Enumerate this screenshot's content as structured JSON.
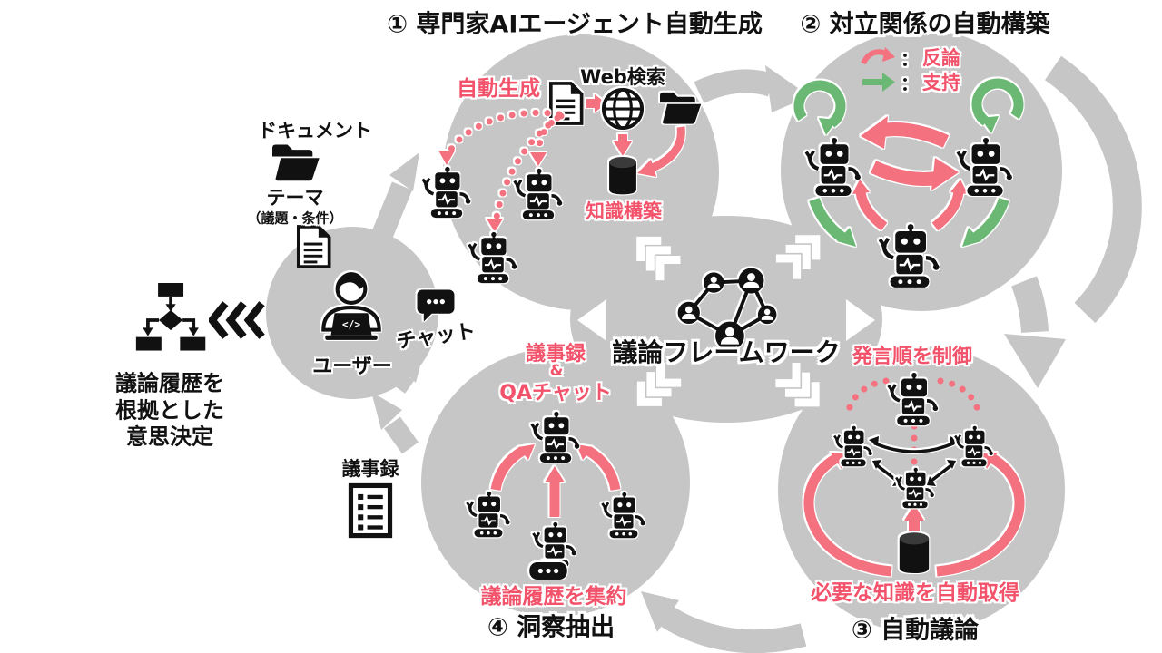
{
  "titles": {
    "step1": "① 専門家AIエージェント自動生成",
    "step2": "② 対立関係の自動構築",
    "step3": "③ 自動議論",
    "step4": "④ 洞察抽出"
  },
  "center_label": "議論フレームワーク",
  "inputs": {
    "document": "ドキュメント",
    "theme": "テーマ",
    "theme_note": "（議題・条件）",
    "user": "ユーザー",
    "chat": "チャット",
    "minutes": "議事録"
  },
  "decision": {
    "line1": "議論履歴を",
    "line2": "根拠とした",
    "line3": "意思決定"
  },
  "step1": {
    "auto_generate": "自動生成",
    "web_search": "Web検索",
    "knowledge_build": "知識構築"
  },
  "step2": {
    "colon": "：",
    "rebuttal": "反論",
    "support": "支持"
  },
  "step3": {
    "control_order": "発言順を制御",
    "auto_acquire": "必要な知識を自動取得"
  },
  "step4": {
    "minutes_line": "議事録",
    "amp": "&",
    "qa_chat": "QAチャット",
    "aggregate": "議論履歴を集約"
  },
  "colors": {
    "pink_text": "#f2536b",
    "pink_arrow": "#f4717f",
    "green": "#6ab873",
    "gray": "#c6c6c6",
    "ink": "#111111"
  },
  "icons": [
    "folder-icon",
    "document-icon",
    "user-laptop-icon",
    "chat-bubble-icon",
    "minutes-list-icon",
    "flowchart-icon",
    "triple-chevron-icon",
    "robot-icon",
    "globe-icon",
    "database-icon",
    "people-network-icon",
    "refresh-loop-icon",
    "ellipsis-bubble-icon"
  ]
}
